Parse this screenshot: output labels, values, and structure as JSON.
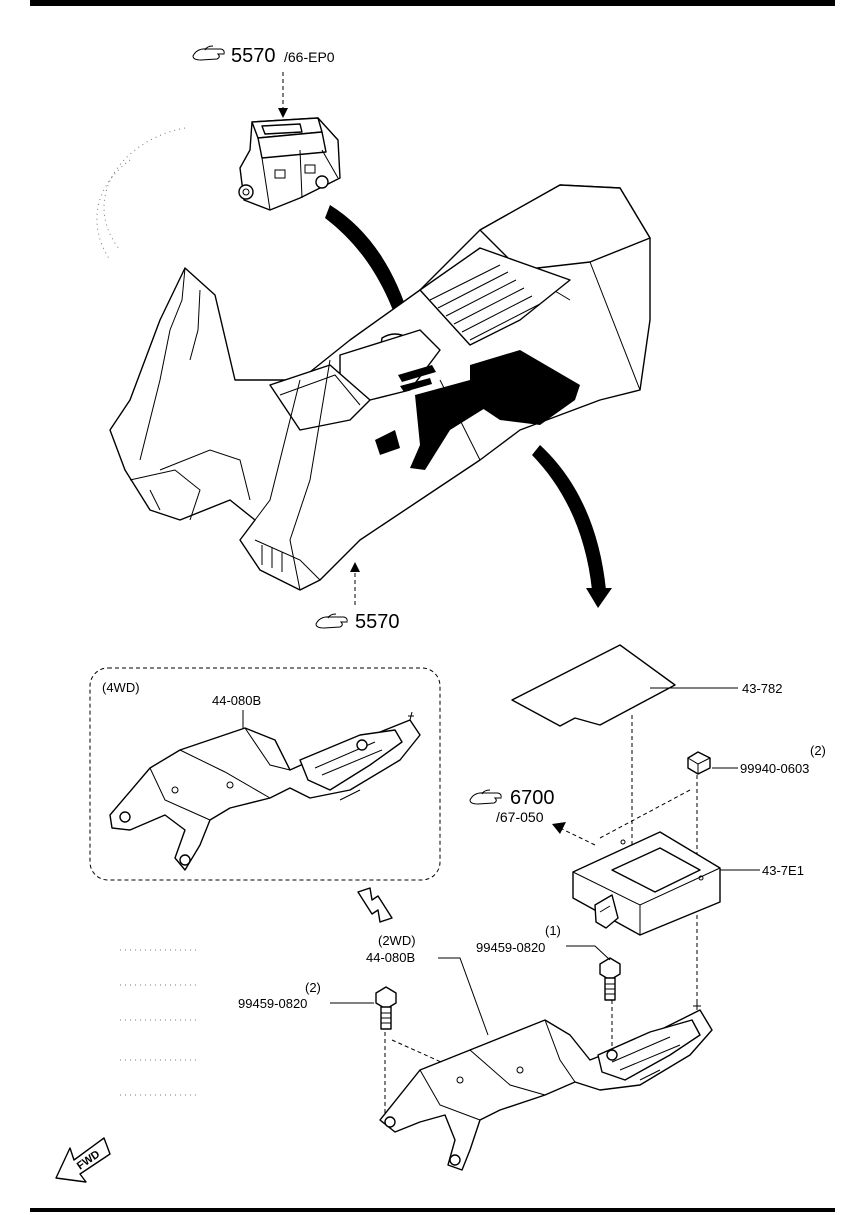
{
  "refs": {
    "switch_ref": {
      "num": "5570",
      "sub": "/66-EP0"
    },
    "console_ref": {
      "num": "5570"
    },
    "module_ref": {
      "num": "6700",
      "sub": "/67-050"
    }
  },
  "labels": {
    "mat": "43-782",
    "nut_qty": "(2)",
    "nut": "99940-0603",
    "module": "43-7E1",
    "bolt_right_qty": "(1)",
    "bolt_right": "99459-0820",
    "bolt_left_qty": "(2)",
    "bolt_left": "99459-0820",
    "bracket_2wd_variant": "(2WD)",
    "bracket_2wd": "44-080B",
    "bracket_4wd_variant": "(4WD)",
    "bracket_4wd": "44-080B",
    "fwd": "FWD"
  }
}
